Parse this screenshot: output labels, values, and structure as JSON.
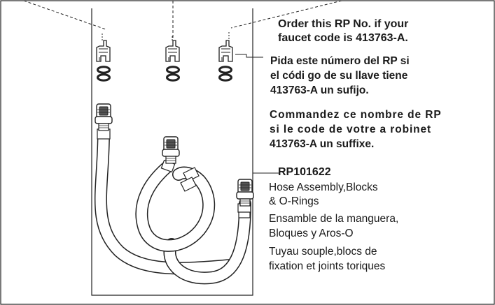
{
  "order_note": {
    "en_line1": "Order this RP No. if your",
    "en_line2": "faucet code is 413763-A.",
    "es_line1": "Pida este número del RP si",
    "es_line2": "el códi go de su llave tiene",
    "es_line3": "413763-A un sufijo.",
    "fr_line1": "Commandez ce nombre de RP",
    "fr_line2": "si le code de votre a robinet",
    "fr_line3": "413763-A un suffixe."
  },
  "part": {
    "number": "RP101622",
    "en_line1": "Hose Assembly,Blocks",
    "en_line2": "& O-Rings",
    "es_line1": "Ensamble de la manguera,",
    "es_line2": "Bloques y Aros-O",
    "fr_line1": "Tuyau souple,blocs de",
    "fr_line2": "fixation et joints toriques"
  },
  "colors": {
    "line": "#222222",
    "text": "#1a1a1a"
  }
}
